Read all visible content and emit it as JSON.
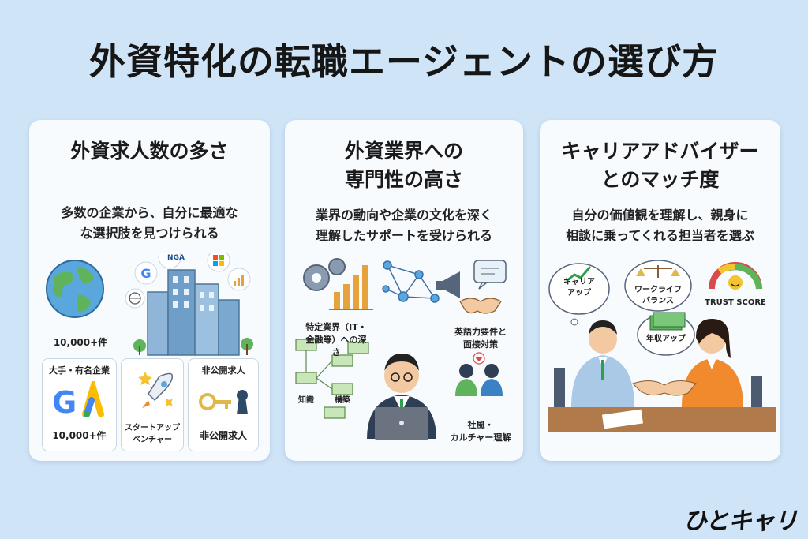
{
  "title": "外資特化の転職エージェントの選び方",
  "cards": [
    {
      "heading": "外資求人数の多さ",
      "description": [
        "多数の企業から、自分に最適な",
        "な選択肢を見つけられる"
      ],
      "labels": {
        "count_top": "10,000+件",
        "box1_title": "大手・有名企業",
        "box1_count": "10,000+件",
        "box2_title_1": "スタートアップ",
        "box2_title_2": "ベンチャー",
        "box3_title": "非公開求人",
        "box3_caption": "非公開求人",
        "nga": "NGA"
      }
    },
    {
      "heading": [
        "外資業界への",
        "専門性の高さ"
      ],
      "description": [
        "業界の動向や企業の文化を深く",
        "理解したサポートを受けられる"
      ],
      "labels": {
        "industry_1": "特定業界（IT・",
        "industry_2": "金融等）への深さ",
        "english_1": "英語力要件と",
        "english_2": "面接対策",
        "knowledge": "知識",
        "network": "構築",
        "culture_1": "社風・",
        "culture_2": "カルチャー理解"
      }
    },
    {
      "heading": [
        "キャリアアドバイザー",
        "とのマッチ度"
      ],
      "description": [
        "自分の価値観を理解し、親身に",
        "相談に乗ってくれる担当者を選ぶ"
      ],
      "labels": {
        "career_1": "キャリア",
        "career_2": "アップ",
        "wlb_1": "ワークライフ",
        "wlb_2": "バランス",
        "salary": "年収アップ",
        "trust": "TRUST SCORE"
      }
    }
  ],
  "brand": "ひとキャリ",
  "colors": {
    "background": "#cfe4f7",
    "card": "#f8fbfe",
    "accent_green": "#2e9e4f",
    "accent_orange": "#e08a2c"
  }
}
